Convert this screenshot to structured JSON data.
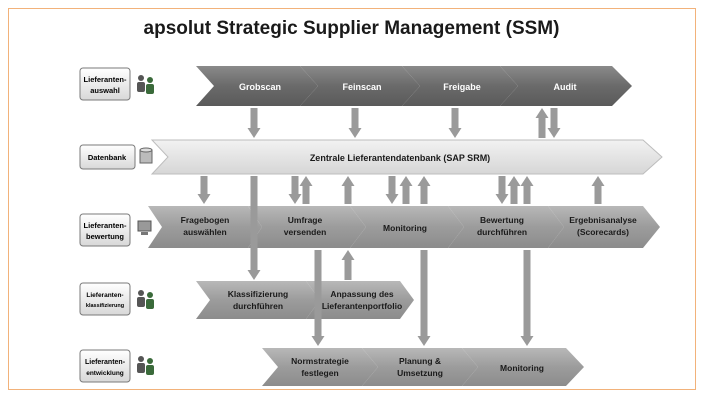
{
  "title": "apsolut Strategic Supplier Management (SSM)",
  "rows": {
    "auswahl": {
      "label_line1": "Lieferanten-",
      "label_line2": "auswahl",
      "icon": "people-icon"
    },
    "datenbank": {
      "label": "Datenbank",
      "icon": "database-icon"
    },
    "bewertung": {
      "label_line1": "Lieferanten-",
      "label_line2": "bewertung",
      "icon": "computer-icon"
    },
    "klassifizierung": {
      "label_line1": "Lieferanten-",
      "label_line2": "klassifizierung",
      "icon": "people-icon"
    },
    "entwicklung": {
      "label_line1": "Lieferanten-",
      "label_line2": "entwicklung",
      "icon": "people-icon"
    }
  },
  "process": {
    "grobscan": "Grobscan",
    "feinscan": "Feinscan",
    "freigabe": "Freigabe",
    "audit": "Audit",
    "db_bar": "Zentrale Lieferantendatenbank (SAP SRM)",
    "fragebogen_1": "Fragebogen",
    "fragebogen_2": "auswählen",
    "umfrage_1": "Umfrage",
    "umfrage_2": "versenden",
    "monitoring_bew": "Monitoring",
    "bewertung_1": "Bewertung",
    "bewertung_2": "durchführen",
    "ergebnis_1": "Ergebnisanalyse",
    "ergebnis_2": "(Scorecards)",
    "klass_1": "Klassifizierung",
    "klass_2": "durchführen",
    "anpassung_1": "Anpassung des",
    "anpassung_2": "Lieferantenportfolio",
    "norm_1": "Normstrategie",
    "norm_2": "festlegen",
    "planung_1": "Planung &",
    "planung_2": "Umsetzung",
    "monitoring_ent": "Monitoring"
  },
  "colors": {
    "arrow_dark": "#6f6f6f",
    "arrow_light": "#a9a9a9",
    "db_bar": "#e3e3e3",
    "frame": "#f2b27a"
  }
}
